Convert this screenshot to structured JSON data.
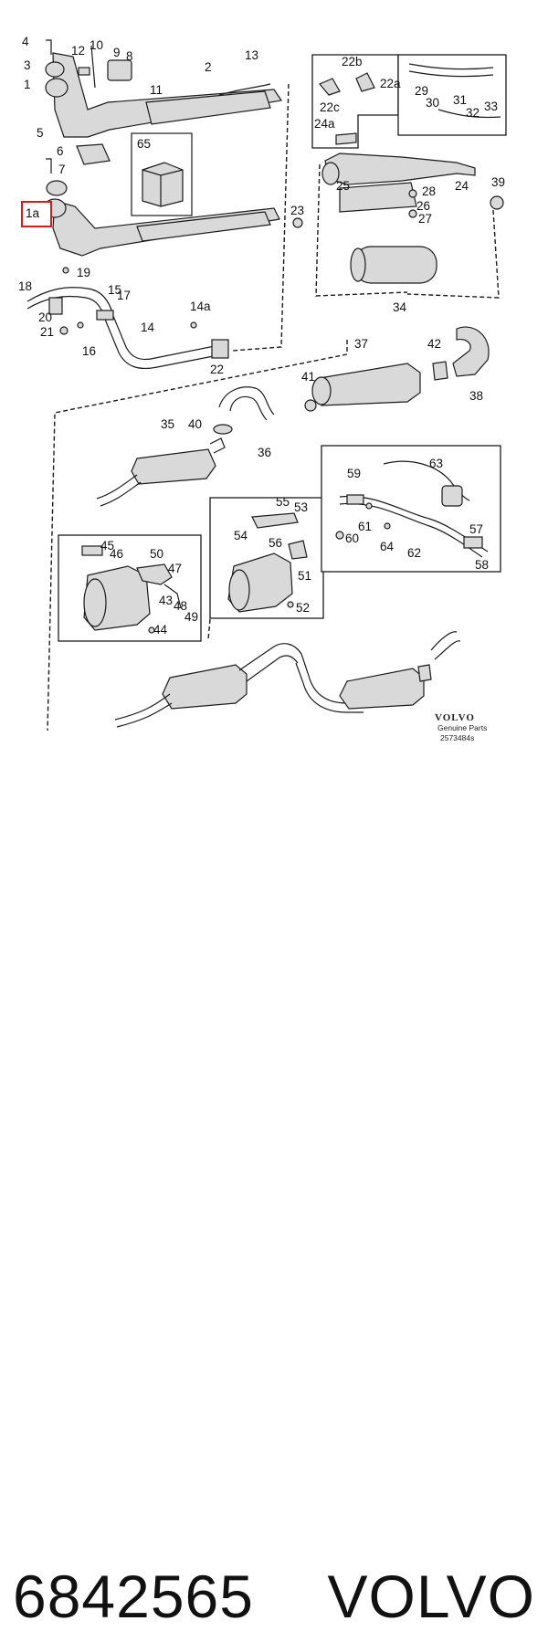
{
  "diagram": {
    "callouts": [
      "1",
      "1a",
      "2",
      "3",
      "4",
      "5",
      "6",
      "7",
      "8",
      "9",
      "10",
      "11",
      "12",
      "13",
      "14",
      "14a",
      "15",
      "16",
      "17",
      "18",
      "19",
      "20",
      "21",
      "22",
      "22a",
      "22b",
      "22c",
      "23",
      "24",
      "24a",
      "25",
      "26",
      "27",
      "28",
      "29",
      "30",
      "31",
      "32",
      "33",
      "34",
      "35",
      "36",
      "37",
      "38",
      "39",
      "40",
      "41",
      "42",
      "43",
      "44",
      "45",
      "46",
      "47",
      "48",
      "49",
      "50",
      "51",
      "52",
      "53",
      "54",
      "55",
      "56",
      "57",
      "58",
      "59",
      "60",
      "61",
      "62",
      "63",
      "64",
      "65"
    ],
    "highlighted_callout": "1a",
    "logo": {
      "brand": "VOLVO",
      "subtitle": "Genuine Parts",
      "code": "2573484s"
    }
  },
  "caption": {
    "part_number": "6842565",
    "brand": "VOLVO"
  }
}
